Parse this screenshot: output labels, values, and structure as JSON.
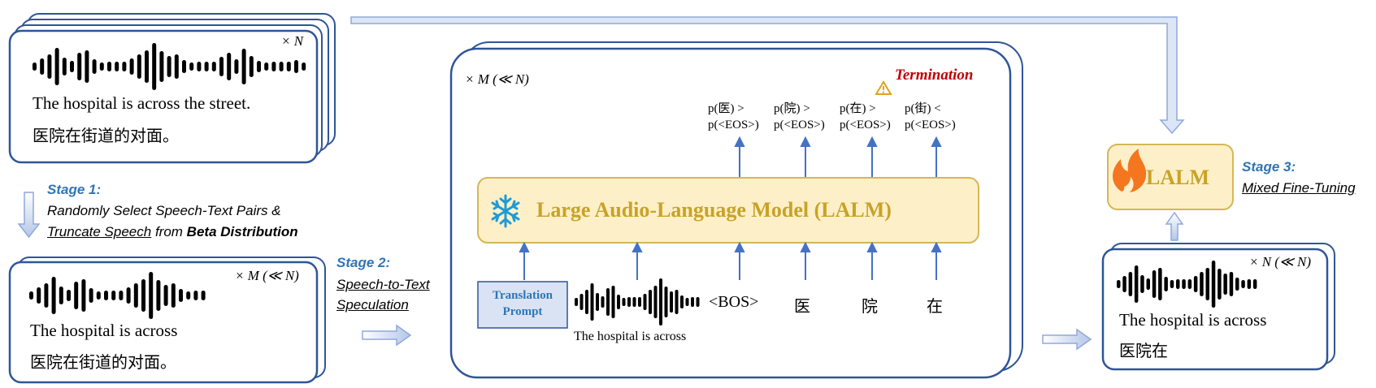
{
  "stage0": {
    "multiplier": "× N",
    "sentence_en": "The hospital is across the street.",
    "sentence_zh": "医院在街道的对面。"
  },
  "stage1": {
    "title": "Stage 1:",
    "line1": "Randomly Select Speech-Text Pairs &",
    "line2_underlined": "Truncate Speech",
    "line2_mid": " from ",
    "line2_bold": "Beta Distribution",
    "multiplier": "× M (≪ N)",
    "sentence_en": "The hospital is across",
    "sentence_zh": "医院在街道的对面。"
  },
  "stage2": {
    "title": "Stage 2:",
    "line1": "Speech-to-Text",
    "line2": "Speculation",
    "multiplier": "× M (≪ N)",
    "termination": "Termination",
    "model_label": "Large Audio-Language Model (LALM)",
    "prompt_line1": "Translation",
    "prompt_line2": "Prompt",
    "wave_caption": "The hospital is across",
    "tokens": [
      "<BOS>",
      "医",
      "院",
      "在"
    ],
    "probs": [
      {
        "top": "p(医) >",
        "bottom": "p(<EOS>)"
      },
      {
        "top": "p(院) >",
        "bottom": "p(<EOS>)"
      },
      {
        "top": "p(在) >",
        "bottom": "p(<EOS>)"
      },
      {
        "top": "p(街) <",
        "bottom": "p(<EOS>)"
      }
    ]
  },
  "stage3": {
    "title": "Stage 3:",
    "line1": "Mixed Fine-Tuning",
    "lalm_label": "LALM",
    "multiplier": "× N (≪ N)",
    "sentence_en": "The hospital is across",
    "sentence_zh": "医院在"
  },
  "colors": {
    "box_border": "#2f5597",
    "accent_blue": "#2e75b6",
    "arrow_blue": "#4472c4",
    "model_fill": "#fdf0c8",
    "model_border": "#d6b656",
    "model_text": "#c9a227",
    "termination_red": "#c00000",
    "prompt_fill": "#dae3f3"
  }
}
